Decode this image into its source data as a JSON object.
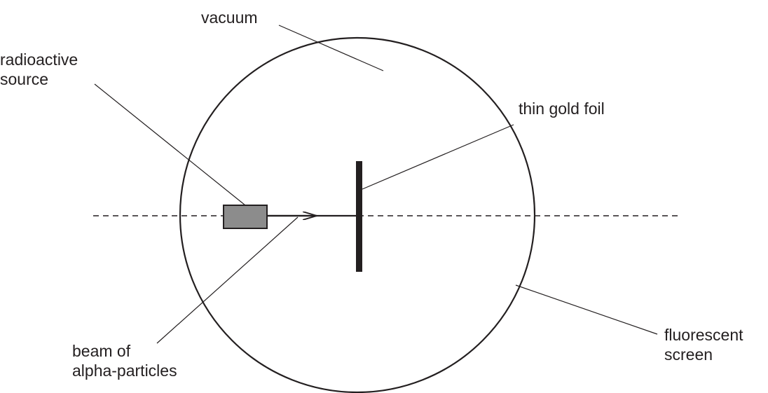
{
  "labels": {
    "vacuum": "vacuum",
    "radioactive_source": [
      "radioactive",
      "source"
    ],
    "thin_gold_foil": "thin gold foil",
    "beam": [
      "beam of",
      "alpha-particles"
    ],
    "fluorescent_screen": [
      "fluorescent",
      "screen"
    ]
  },
  "colors": {
    "line": "#231f20",
    "source_fill": "#8c8c8c"
  }
}
